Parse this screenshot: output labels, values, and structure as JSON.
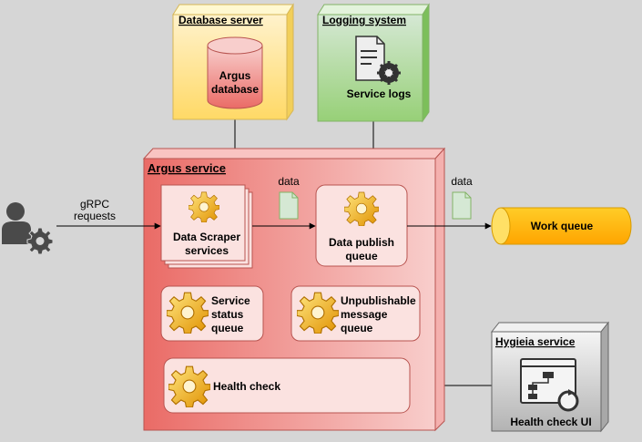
{
  "nodes": {
    "database_server": {
      "title": "Database server",
      "db_line1": "Argus",
      "db_line2": "database"
    },
    "logging_system": {
      "title": "Logging system",
      "logs_label": "Service logs"
    },
    "argus_service": {
      "title": "Argus service"
    },
    "hygieia_service": {
      "title": "Hygieia service",
      "ui_label": "Health check UI"
    }
  },
  "components": {
    "scraper": {
      "line1": "Data Scraper",
      "line2": "services"
    },
    "publish": {
      "line1": "Data publish",
      "line2": "queue"
    },
    "status_queue": {
      "line1": "Service",
      "line2": "status",
      "line3": "queue"
    },
    "unpublishable": {
      "line1": "Unpublishable",
      "line2": "message",
      "line3": "queue"
    },
    "health_check": {
      "label": "Health check"
    }
  },
  "queue": {
    "label": "Work queue"
  },
  "edges": {
    "grpc_line1": "gRPC",
    "grpc_line2": "requests",
    "data_label_1": "data",
    "data_label_2": "data"
  },
  "colors": {
    "yellow": "#ffd966",
    "green": "#97d077",
    "red": "#ea6b66",
    "gray": "#d0d0d0",
    "orange": "#ffa500",
    "gear": "#f0b020"
  }
}
